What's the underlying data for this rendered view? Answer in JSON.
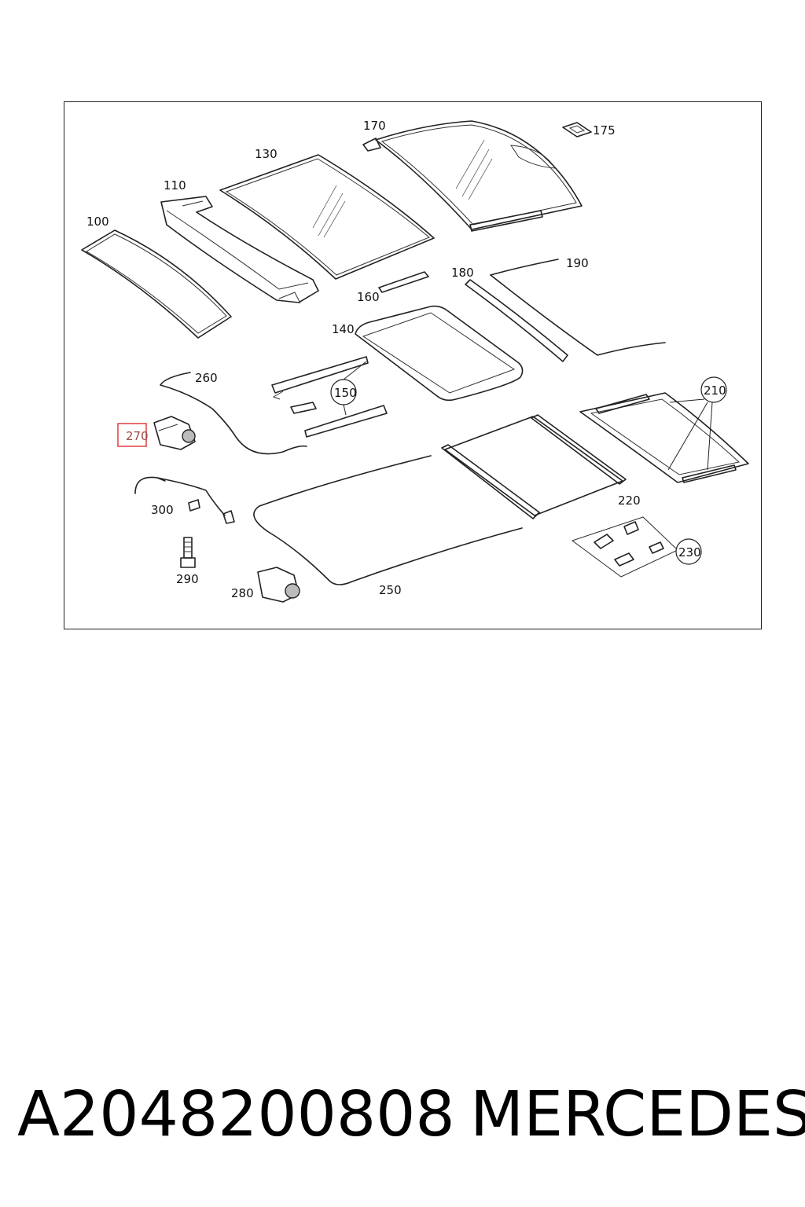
{
  "diagram": {
    "labels": {
      "p100": "100",
      "p110": "110",
      "p130": "130",
      "p140": "140",
      "p150": "150",
      "p160": "160",
      "p170": "170",
      "p175": "175",
      "p180": "180",
      "p190": "190",
      "p210": "210",
      "p220": "220",
      "p230": "230",
      "p250": "250",
      "p260": "260",
      "p270": "270",
      "p280": "280",
      "p290": "290",
      "p300": "300"
    },
    "highlighted_part": "270",
    "highlight_color": "#e03030"
  },
  "footer": {
    "part_number": "A2048200808",
    "brand": "MERCEDES"
  }
}
